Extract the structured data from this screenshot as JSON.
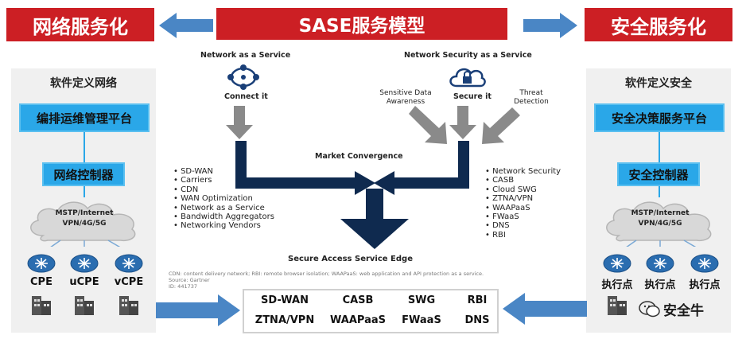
{
  "banners": {
    "left": "网络服务化",
    "center": "SASE服务模型",
    "right": "安全服务化"
  },
  "left_panel": {
    "heading": "软件定义网络",
    "top_box": "编排运维管理平台",
    "mid_box": "网络控制器",
    "cloud_line1": "MSTP/Internet",
    "cloud_line2": "VPN/4G/5G",
    "nodes": [
      "CPE",
      "uCPE",
      "vCPE"
    ]
  },
  "right_panel": {
    "heading": "软件定义安全",
    "top_box": "安全决策服务平台",
    "mid_box": "安全控制器",
    "cloud_line1": "MSTP/Internet",
    "cloud_line2": "VPN/4G/5G",
    "nodes": [
      "执行点",
      "执行点",
      "执行点"
    ]
  },
  "center": {
    "naas_title": "Network as a Service",
    "connect_it": "Connect it",
    "nsaas_title": "Network Security as a Service",
    "secure_it": "Secure it",
    "sensitive": "Sensitive Data\nAwareness",
    "threat": "Threat\nDetection",
    "market_convergence": "Market Convergence",
    "sase_label": "Secure Access Service Edge",
    "left_list": [
      "SD-WAN",
      "Carriers",
      "CDN",
      "WAN Optimization",
      "Network as a Service",
      "Bandwidth Aggregators",
      "Networking Vendors"
    ],
    "right_list": [
      "Network Security",
      "CASB",
      "Cloud SWG",
      "ZTNA/VPN",
      "WAAPaaS",
      "FWaaS",
      "DNS",
      "RBI"
    ],
    "footnote_line1": "CDN: content delivery network; RBI: remote browser isolation; WAAPaaS: web application and API protection as a service.",
    "footnote_line2": "Source: Gartner",
    "footnote_line3": "ID: 441737"
  },
  "services": {
    "row1": [
      "SD-WAN",
      "CASB",
      "SWG",
      "RBI"
    ],
    "row2": [
      "ZTNA/VPN",
      "WAAPaaS",
      "FWaaS",
      "DNS"
    ]
  },
  "watermark": "安全牛",
  "colors": {
    "banner_red": "#cc1f24",
    "box_blue": "#2aa7e8",
    "arrow_blue": "#4a86c5",
    "navy": "#0f2a4f",
    "gray_arrow": "#8a8a8a"
  }
}
